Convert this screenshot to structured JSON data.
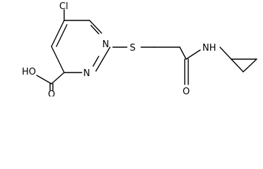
{
  "molecule": {
    "atoms": {
      "cl": "Cl",
      "n_top": "N",
      "n_bottom": "N",
      "s": "S",
      "nh": "NH",
      "ho": "HO",
      "o_acid": "O",
      "o_amide": "O"
    }
  }
}
